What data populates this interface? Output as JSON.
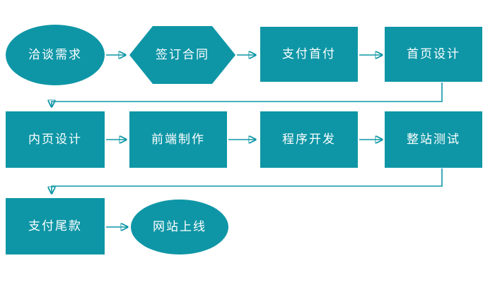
{
  "diagram": {
    "title": "website-production-flowchart",
    "accent_color": "#0e96a6",
    "text_color": "#ffffff",
    "nodes": {
      "negotiate": {
        "label": "洽谈需求",
        "shape": "ellipse"
      },
      "contract": {
        "label": "签订合同",
        "shape": "hexagon"
      },
      "deposit": {
        "label": "支付首付",
        "shape": "rect"
      },
      "homepage": {
        "label": "首页设计",
        "shape": "rect"
      },
      "innerpage": {
        "label": "内页设计",
        "shape": "rect"
      },
      "frontend": {
        "label": "前端制作",
        "shape": "rect"
      },
      "develop": {
        "label": "程序开发",
        "shape": "rect"
      },
      "testing": {
        "label": "整站测试",
        "shape": "rect"
      },
      "balance": {
        "label": "支付尾款",
        "shape": "rect"
      },
      "launch": {
        "label": "网站上线",
        "shape": "ellipse"
      }
    },
    "edges": [
      {
        "from": "negotiate",
        "to": "contract"
      },
      {
        "from": "contract",
        "to": "deposit"
      },
      {
        "from": "deposit",
        "to": "homepage"
      },
      {
        "from": "homepage",
        "to": "innerpage"
      },
      {
        "from": "innerpage",
        "to": "frontend"
      },
      {
        "from": "frontend",
        "to": "develop"
      },
      {
        "from": "develop",
        "to": "testing"
      },
      {
        "from": "testing",
        "to": "balance"
      },
      {
        "from": "balance",
        "to": "launch"
      }
    ]
  }
}
